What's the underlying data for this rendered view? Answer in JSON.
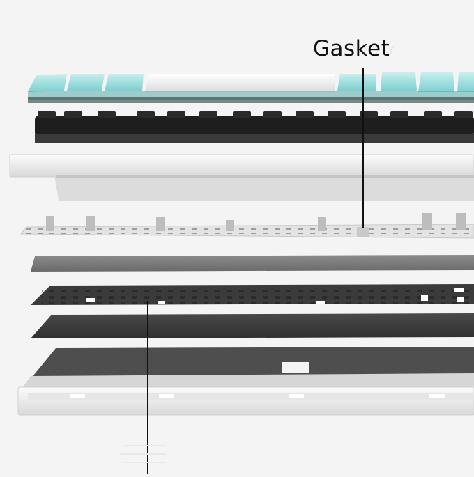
{
  "callout": {
    "label": "Gasket"
  },
  "colors": {
    "background": "#f4f4f4",
    "keycap_mint": "#a9e6e6",
    "keycap_white": "#f7f7f7",
    "switch_black": "#1e1e1e",
    "plate_gray": "#d6d6d6",
    "foam_gray": "#7a7a7a",
    "pcb_dark": "#3b3b3b",
    "bottom_case": "#ececec",
    "leader_line": "#111111"
  },
  "layers": [
    "keycaps",
    "switches",
    "top-case",
    "plate-with-gaskets",
    "plate-foam",
    "pcb",
    "pcb-foam",
    "bottom-foam",
    "bottom-case"
  ]
}
